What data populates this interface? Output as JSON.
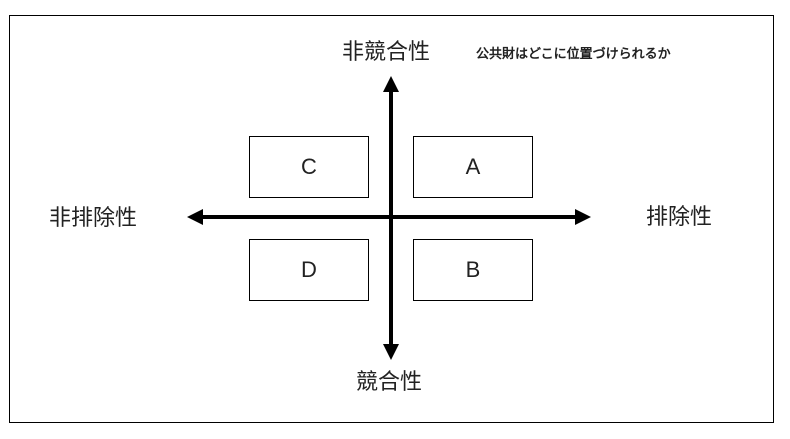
{
  "axes": {
    "top": "非競合性",
    "bottom": "競合性",
    "left": "非排除性",
    "right": "排除性"
  },
  "caption": "公共財はどこに位置づけられるか",
  "quadrants": {
    "top_left": "C",
    "top_right": "A",
    "bottom_left": "D",
    "bottom_right": "B"
  }
}
